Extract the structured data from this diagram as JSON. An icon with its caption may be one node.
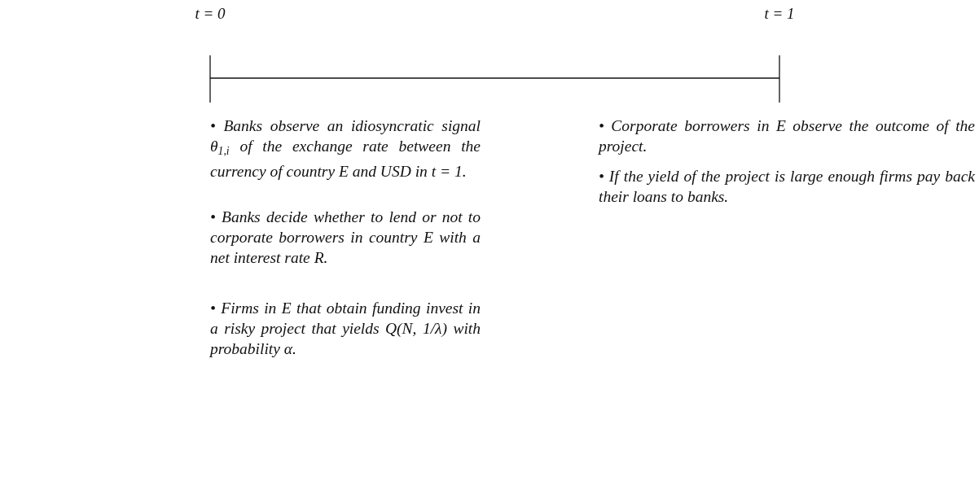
{
  "diagram": {
    "labels": [
      "t = 0",
      "t = 1",
      "• Banks observe an idiosyncratic signal θ$_{1,i}$ of the exchange rate between the currency of country E and USD in t = 1.",
      "• Banks decide whether to lend or not to corporate borrowers in country E with a net interest rate R.",
      "• Firms in E that obtain funding invest in a risky project that yields Q(N, 1/λ) with probability α.",
      "• Corporate borrowers in E observe the outcome of the project.",
      "• If the yield of the project is large enough firms pay back their loans to banks."
    ]
  }
}
